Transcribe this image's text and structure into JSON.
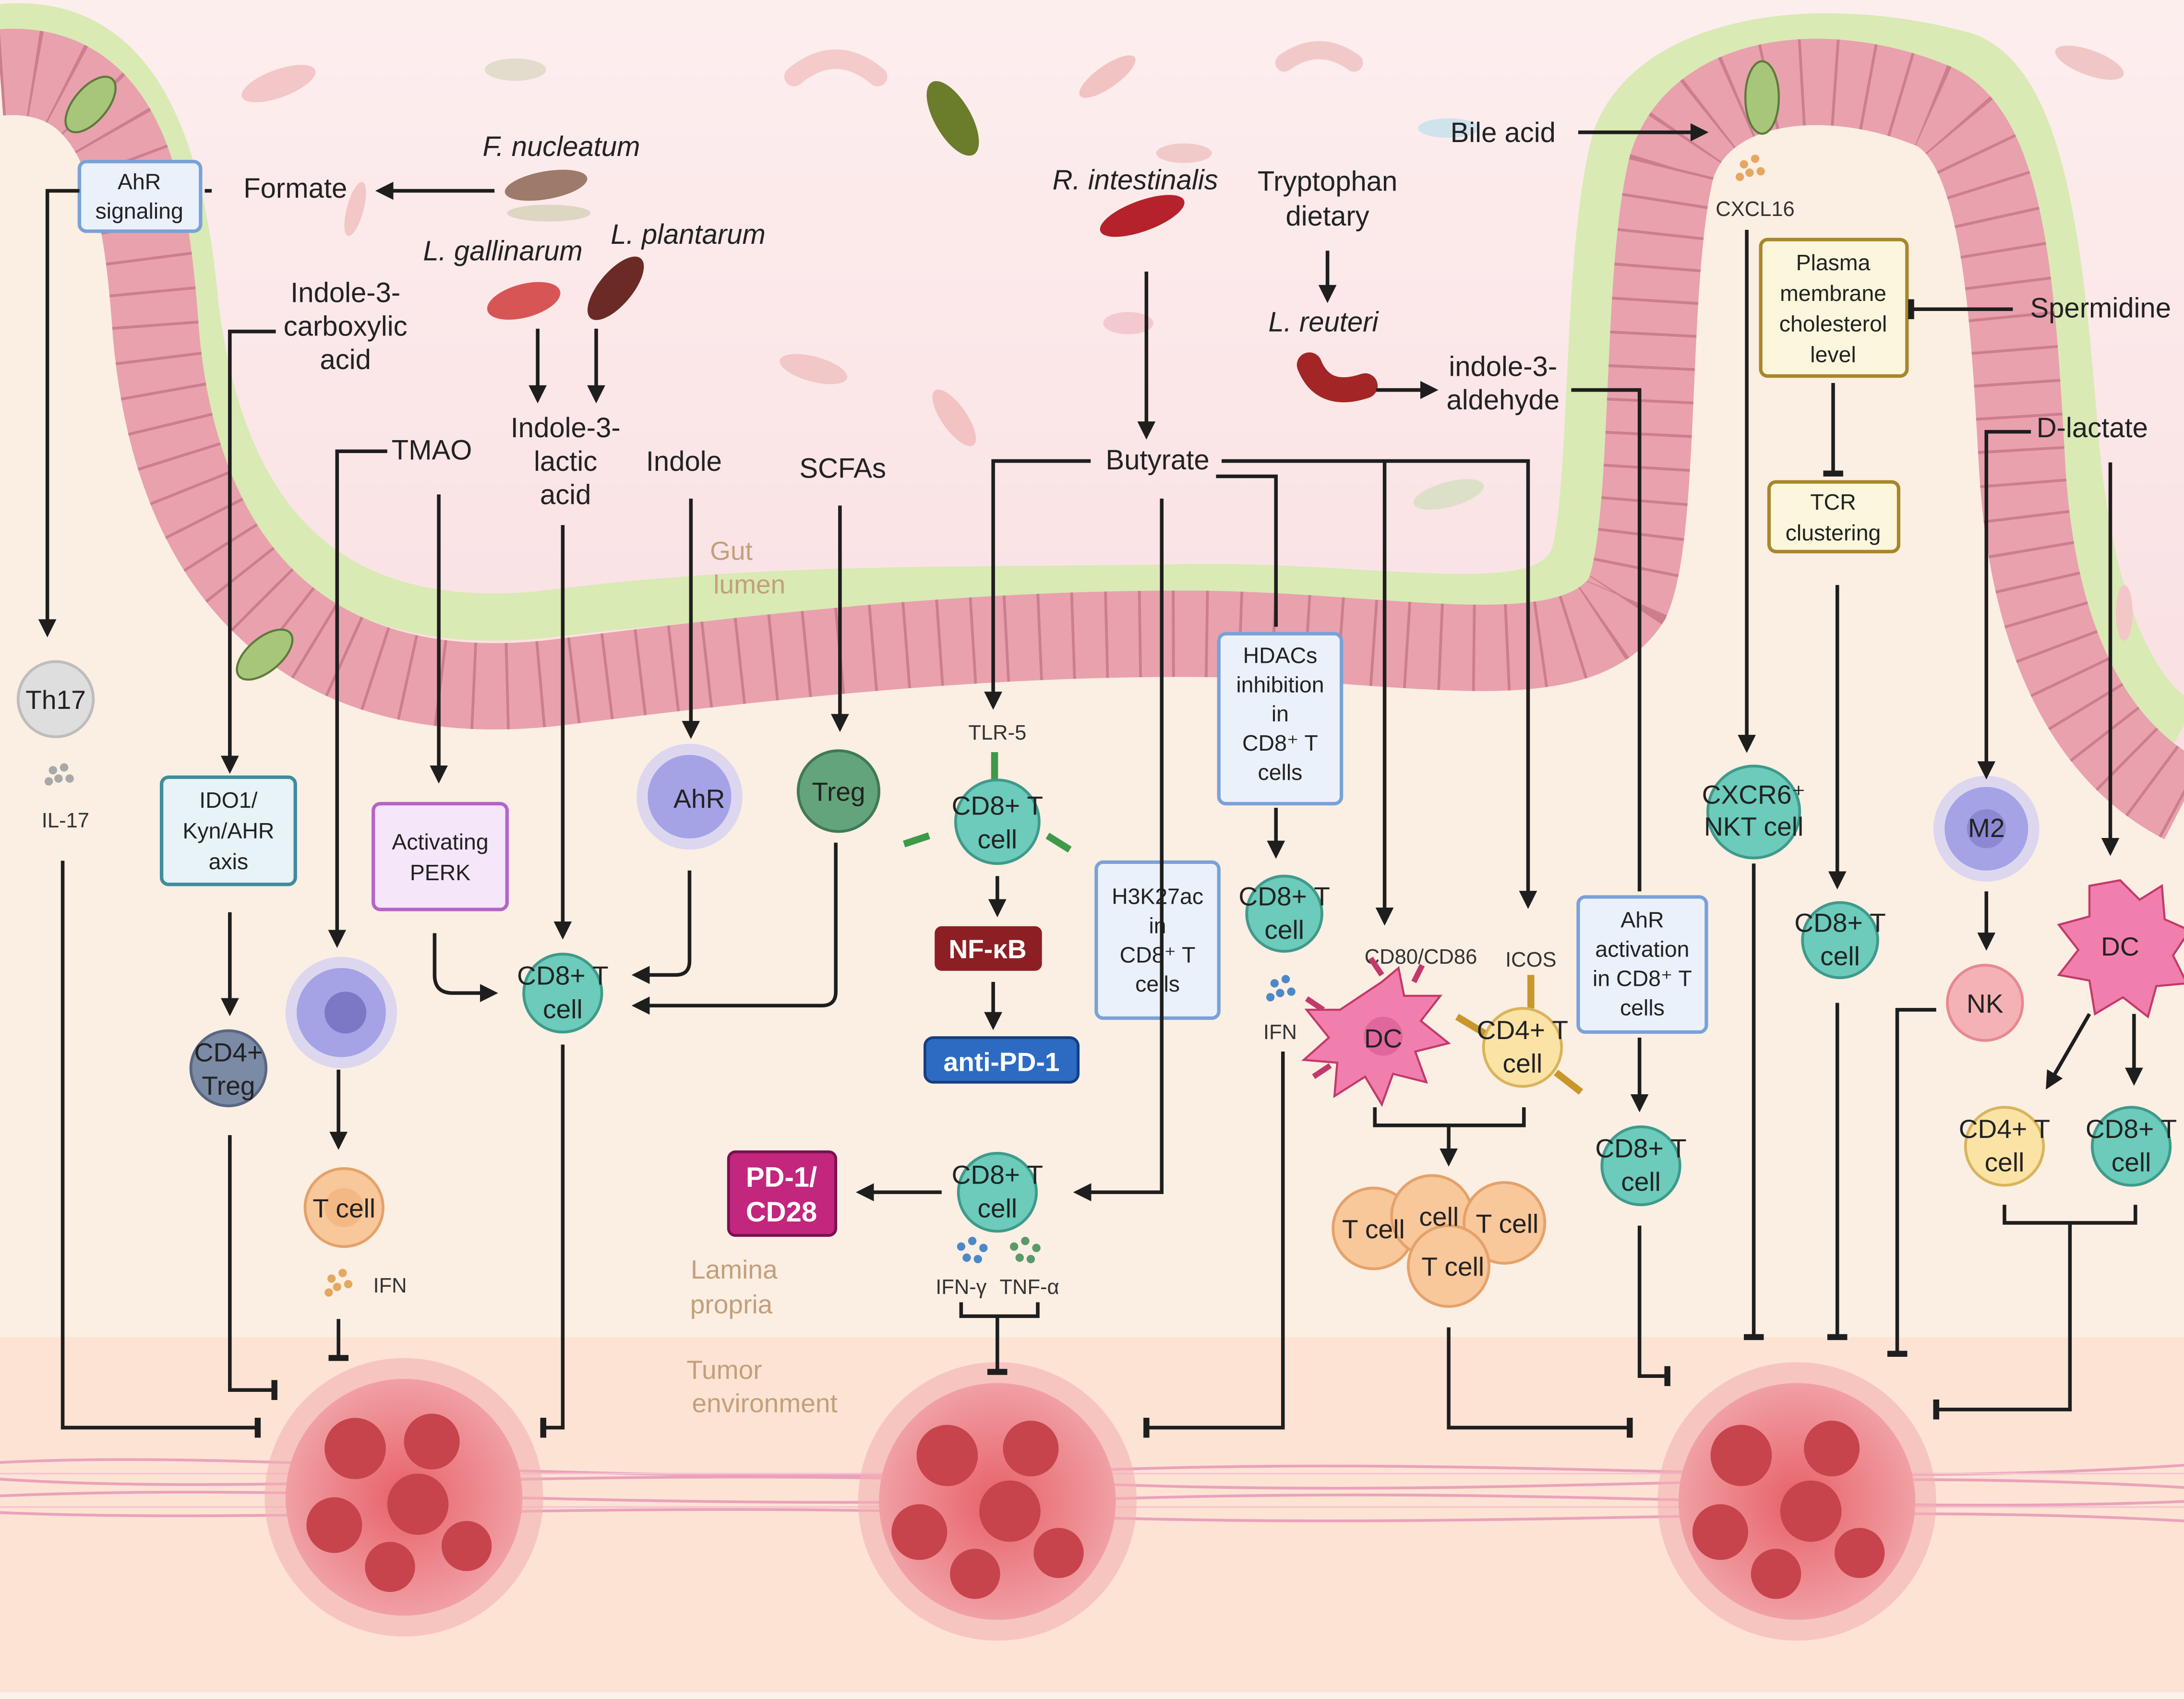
{
  "zones": {
    "gut_lumen": [
      "Gut",
      "lumen"
    ],
    "lamina_propria": [
      "Lamina",
      "propria"
    ],
    "tumor_environment": [
      "Tumor",
      "environment"
    ]
  },
  "bacteria": {
    "f_nucleatum": "F. nucleatum",
    "l_gallinarum": "L. gallinarum",
    "l_plantarum": "L. plantarum",
    "r_intestinalis": "R. intestinalis",
    "l_reuteri": "L. reuteri"
  },
  "metabolites": {
    "formate": "Formate",
    "indole_3_carboxylic_acid": [
      "Indole-3-",
      "carboxylic",
      "acid"
    ],
    "indole_3_lactic_acid": [
      "Indole-3-",
      "lactic",
      "acid"
    ],
    "tmao": "TMAO",
    "indole": "Indole",
    "scfas": "SCFAs",
    "butyrate": "Butyrate",
    "tryptophan_dietary": [
      "Tryptophan",
      "dietary"
    ],
    "indole_3_aldehyde": [
      "indole-3-",
      "aldehyde"
    ],
    "bile_acid": "Bile acid",
    "cxcl16": "CXCL16",
    "spermidine": "Spermidine",
    "d_lactate": "D-lactate"
  },
  "boxes": {
    "ahr_signaling": [
      "AhR",
      "signaling"
    ],
    "ido1_axis": [
      "IDO1/",
      "Kyn/AHR",
      "axis"
    ],
    "activating_perk": [
      "Activating",
      "PERK"
    ],
    "hdacs_inhibition": [
      "HDACs",
      "inhibition",
      "in",
      "CD8⁺ T",
      "cells"
    ],
    "h3k27ac": [
      "H3K27ac",
      "in",
      "CD8⁺ T",
      "cells"
    ],
    "ahr_activation": [
      "AhR",
      "activation",
      "in CD8⁺ T",
      "cells"
    ],
    "plasma_membrane": [
      "Plasma",
      "membrane",
      "cholesterol",
      "level"
    ],
    "tcr_clustering": [
      "TCR",
      "clustering"
    ],
    "nf_kb": "NF-κB",
    "anti_pd1": "anti-PD-1",
    "pd1_cd28": [
      "PD-1/",
      "CD28"
    ]
  },
  "cells": {
    "th17": "Th17",
    "cd4_treg": [
      "CD4+",
      "Treg"
    ],
    "t_cell": "T cell",
    "cd8_t_cell": [
      "CD8+ T",
      "cell"
    ],
    "ahr": "AhR",
    "treg": "Treg",
    "dc": "DC",
    "cd4_t_cell": [
      "CD4+ T",
      "cell"
    ],
    "cxcr6_nkt": [
      "CXCR6⁺",
      "NKT cell"
    ],
    "m2": "M2",
    "nk": "NK",
    "cell": "cell"
  },
  "small_labels": {
    "il17": "IL-17",
    "ifn": "IFN",
    "tlr5": "TLR-5",
    "ifn_gamma": "IFN-γ",
    "tnf_alpha": "TNF-α",
    "cd80_cd86": "CD80/CD86",
    "icos": "ICOS"
  },
  "colors": {
    "lumen": "#fbe6e6",
    "lamina": "#fbeee2",
    "tumor_band": "#fde2d2",
    "epithelium": "#e9a1ae",
    "epithelium_outline": "#b46275",
    "mucus": "#dcebb8",
    "cd8": "#6ccbbb",
    "cd4": "#fbe3a6",
    "t_cell": "#f8c79a",
    "treg": "#64a47c",
    "ahr_cell": "#a5a2e6",
    "dc": "#f17fae",
    "nk": "#f5b2b6",
    "th17": "#dedede",
    "cd4_treg": "#7b8aa5",
    "nf_kb": "#8d1f24",
    "anti_pd1": "#2d6bc3",
    "pd1_cd28": "#c2267d",
    "tumor": "#e46b70"
  }
}
